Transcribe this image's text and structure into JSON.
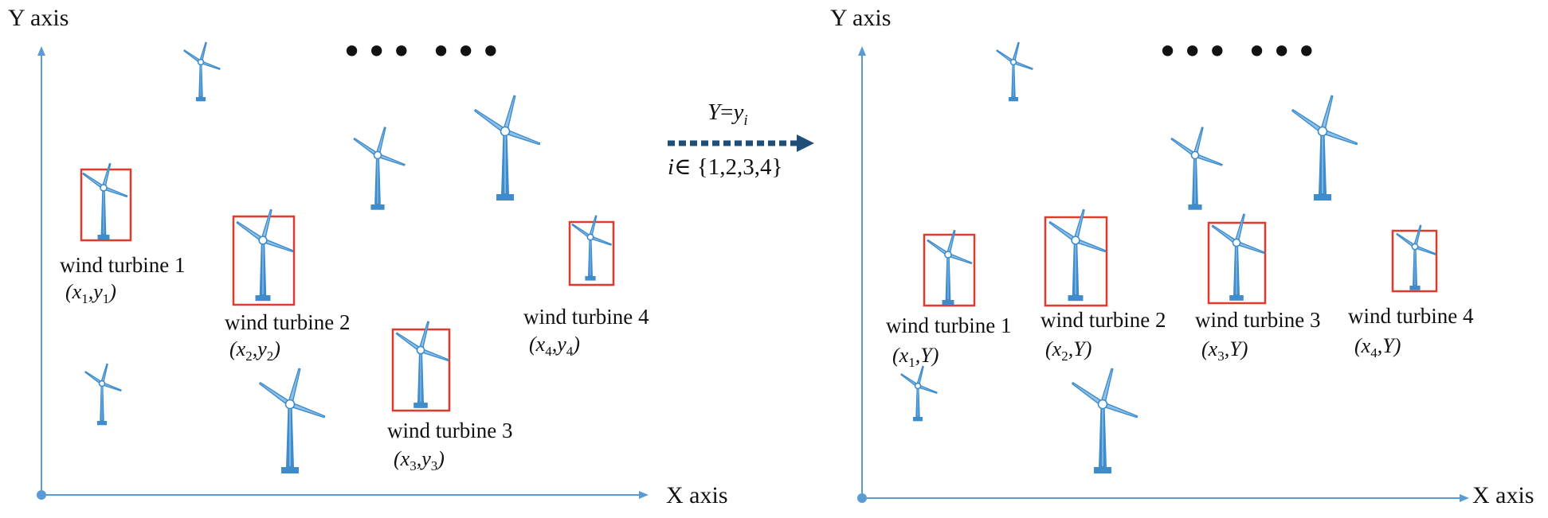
{
  "colors": {
    "axis": "#5B9BD5",
    "turbine": "#3E8CCB",
    "turbine_light": "#8EC1EA",
    "highlight_box": "#E03A2E",
    "arrow": "#1F4E79",
    "dots": "#111111"
  },
  "left_panel": {
    "y_axis_label": "Y axis",
    "x_axis_label": "X axis",
    "ellipsis": "••• •••",
    "turbines": [
      {
        "name": "wind turbine 1",
        "x_sym": "x",
        "x_sub": "1",
        "y_sym": "y",
        "y_sub": "1"
      },
      {
        "name": "wind turbine 2",
        "x_sym": "x",
        "x_sub": "2",
        "y_sym": "y",
        "y_sub": "2"
      },
      {
        "name": "wind turbine 3",
        "x_sym": "x",
        "x_sub": "3",
        "y_sym": "y",
        "y_sub": "3"
      },
      {
        "name": "wind turbine 4",
        "x_sym": "x",
        "x_sub": "4",
        "y_sym": "y",
        "y_sub": "4"
      }
    ]
  },
  "transform": {
    "top_lhs": "Y",
    "top_eq": "=",
    "top_rhs": "y",
    "top_rhs_sub": "i",
    "bottom_var": "i",
    "bottom_in": "∈",
    "bottom_set": "{1,2,3,4}"
  },
  "right_panel": {
    "y_axis_label": "Y axis",
    "x_axis_label": "X axis",
    "ellipsis": "••• •••",
    "turbines": [
      {
        "name": "wind turbine 1",
        "x_sym": "x",
        "x_sub": "1",
        "y_sym": "Y"
      },
      {
        "name": "wind turbine 2",
        "x_sym": "x",
        "x_sub": "2",
        "y_sym": "Y"
      },
      {
        "name": "wind turbine 3",
        "x_sym": "x",
        "x_sub": "3",
        "y_sym": "Y"
      },
      {
        "name": "wind turbine 4",
        "x_sym": "x",
        "x_sub": "4",
        "y_sym": "Y"
      }
    ]
  }
}
